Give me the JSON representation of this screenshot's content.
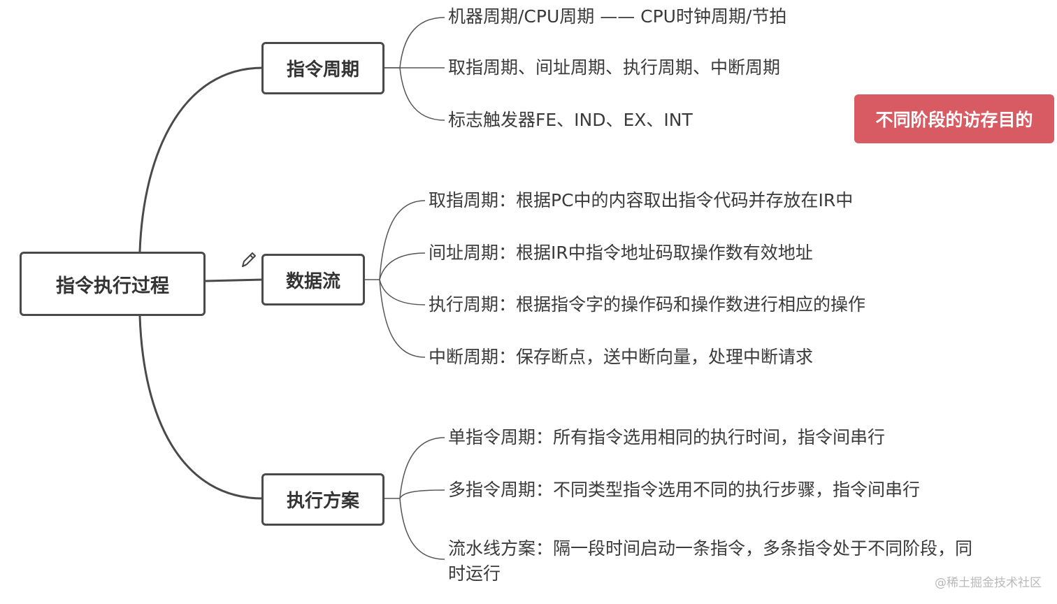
{
  "root": {
    "label": "指令执行过程"
  },
  "branches": [
    {
      "label": "指令周期",
      "leaves": [
        "机器周期/CPU周期 —— CPU时钟周期/节拍",
        "取指周期、间址周期、执行周期、中断周期",
        "标志触发器FE、IND、EX、INT"
      ]
    },
    {
      "label": "数据流",
      "leaves": [
        "取指周期：根据PC中的内容取出指令代码并存放在IR中",
        "间址周期：根据IR中指令地址码取操作数有效地址",
        "执行周期：根据指令字的操作码和操作数进行相应的操作",
        "中断周期：保存断点，送中断向量，处理中断请求"
      ]
    },
    {
      "label": "执行方案",
      "leaves": [
        "单指令周期：所有指令选用相同的执行时间，指令间串行",
        "多指令周期：不同类型指令选用不同的执行步骤，指令间串行",
        "流水线方案：隔一段时间启动一条指令，多条指令处于不同阶段，同时运行"
      ]
    }
  ],
  "callout": {
    "label": "不同阶段的访存目的",
    "color": "#d85a63"
  },
  "icons": {
    "edit": "pencil-icon"
  },
  "watermark": "@稀土掘金技术社区",
  "colors": {
    "line": "#4a4a4a",
    "thin_line": "#555555",
    "text": "#333333"
  }
}
